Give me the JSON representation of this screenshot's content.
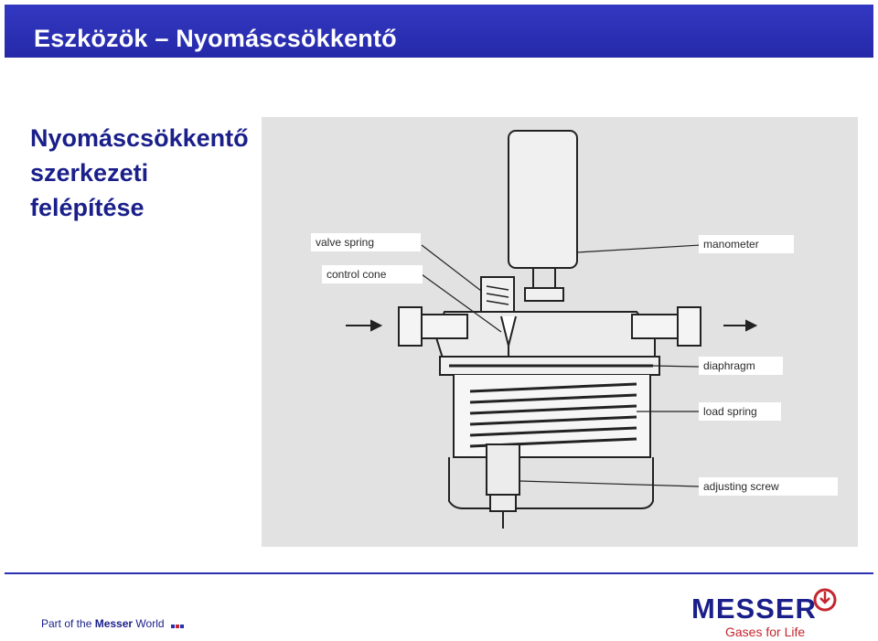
{
  "header": {
    "title": "Eszközök – Nyomáscsökkentő"
  },
  "content": {
    "subtitle_lines": [
      "Nyomáscsökkentő",
      "szerkezeti",
      "felépítése"
    ]
  },
  "diagram": {
    "labels": {
      "valve_spring": "valve spring",
      "control_cone": "control cone",
      "manometer": "manometer",
      "diaphragm": "diaphragm",
      "load_spring": "load spring",
      "adjusting_screw": "adjusting screw"
    }
  },
  "footer": {
    "part_of_prefix": "Part of the ",
    "part_of_brand": "Messer",
    "part_of_suffix": " World",
    "brand_name": "MESSER",
    "brand_tagline": "Gases for Life"
  },
  "colors": {
    "header_bg": "#2a2fb0",
    "text_blue": "#1a1f8a",
    "tagline_red": "#c4262e",
    "diagram_bg": "#e2e2e2"
  }
}
